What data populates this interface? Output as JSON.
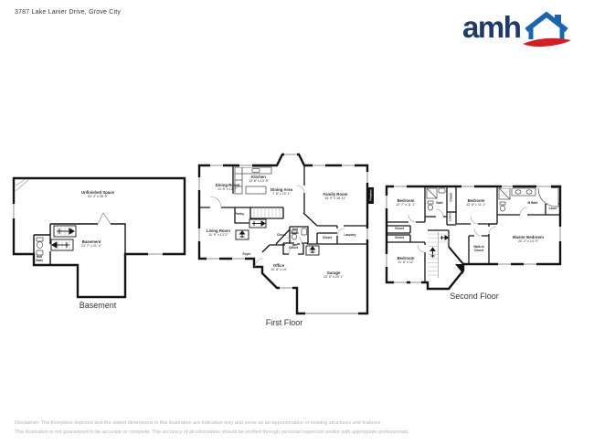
{
  "header": {
    "address": "3787 Lake Lanier Drive, Grove City",
    "logo": {
      "text": "amh",
      "navy": "#1d3a68",
      "blue": "#1c64ae",
      "red": "#d11f26"
    }
  },
  "floors": {
    "basement": {
      "label": "Basement",
      "rooms": {
        "unfinished_space": {
          "name": "Unfinished Space",
          "dims": "51' 4\" x 28' 5\""
        },
        "basement_room": {
          "name": "Basement",
          "dims": "21' 7\" x 21' 4\""
        },
        "half_bath": {
          "name": "Half Bath"
        }
      }
    },
    "first_floor": {
      "label": "First Floor",
      "rooms": {
        "dining_room": {
          "name": "Dining Room",
          "dims": "11' 8\" x 12' 7\""
        },
        "kitchen": {
          "name": "Kitchen",
          "dims": "13' 8\" x 13' 8\""
        },
        "dining_area": {
          "name": "Dining Area",
          "dims": "7' 8\" x 10' 1\""
        },
        "family_room": {
          "name": "Family Room",
          "dims": "15' 9\" x 18' 11\""
        },
        "pantry": {
          "name": "Pantry"
        },
        "living_room": {
          "name": "Living Room",
          "dims": "11' 9\" x 13' 2\""
        },
        "foyer": {
          "name": "Foyer"
        },
        "office": {
          "name": "Office",
          "dims": "10' 8\" x 14'"
        },
        "half_bath": {
          "name": "Half Bath"
        },
        "closet_hall": {
          "name": "Closet"
        },
        "closet_entry": {
          "name": "Closet"
        },
        "closet_garage": {
          "name": "Closet"
        },
        "laundry": {
          "name": "Laundry"
        },
        "garage": {
          "name": "Garage",
          "dims": "20' 5\" x 23' 1\""
        },
        "fireplace": {
          "name": "Fireplace"
        }
      }
    },
    "second_floor": {
      "label": "Second Floor",
      "rooms": {
        "bedroom_1": {
          "name": "Bedroom",
          "dims": "12' 7\" x 11' 1\""
        },
        "bath": {
          "name": "Bath"
        },
        "closet_top": {
          "name": "Closet"
        },
        "linen_left": {
          "name": "Linen"
        },
        "bedroom_2": {
          "name": "Bedroom",
          "dims": "12' 8\" x 11' 1\""
        },
        "m_bath": {
          "name": "M Bath"
        },
        "linen_right": {
          "name": "Linen"
        },
        "closet_a": {
          "name": "Closet"
        },
        "closet_b": {
          "name": "Closet"
        },
        "bedroom_3": {
          "name": "Bedroom",
          "dims": "11' 6\" x 12'"
        },
        "walk_in_closet": {
          "name": "Walk-in Closet"
        },
        "master_bedroom": {
          "name": "Master Bedroom",
          "dims": "20' 2\" x 14' 9\""
        }
      }
    }
  },
  "disclaimer": {
    "line1": "Disclaimer: The floorplans depicted and the stated dimensions in this illustration are indicative only and serve as an approximation of existing structures and features.",
    "line2": "This illustration is not guaranteed to be accurate or complete. The accuracy of all information should be verified through personal inspection and/or with appropriate professionals."
  }
}
